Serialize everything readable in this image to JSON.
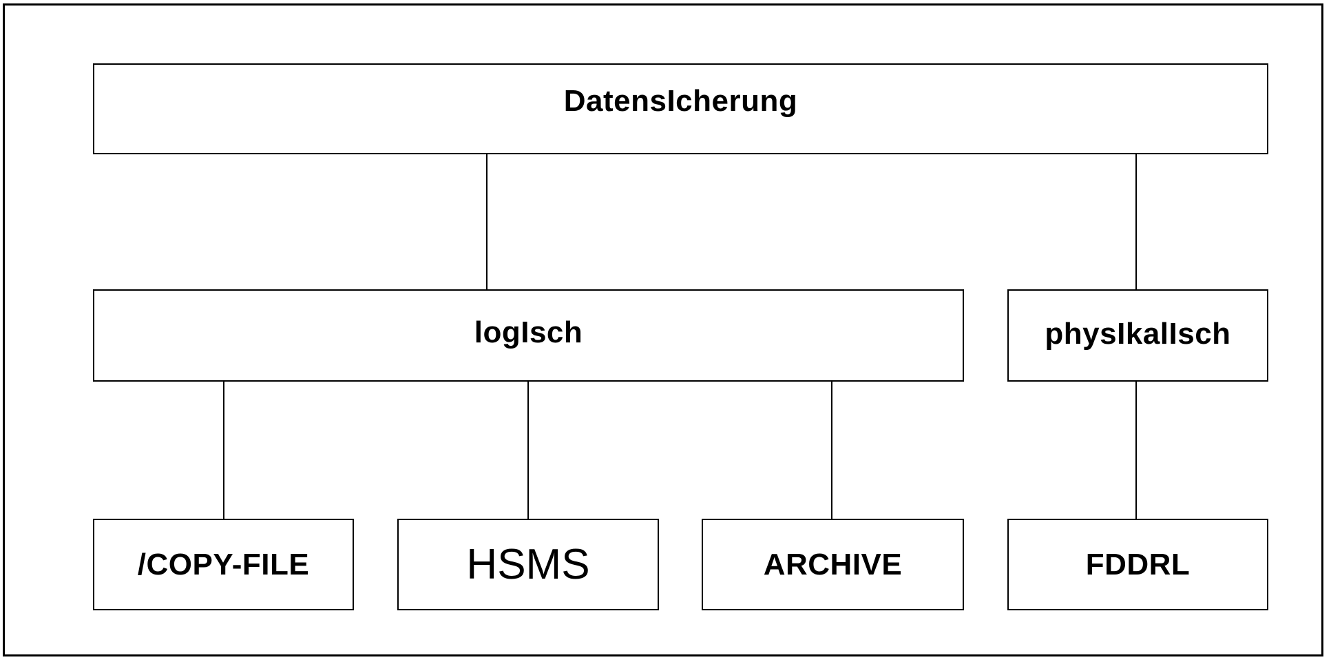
{
  "diagram": {
    "root": {
      "label": "DatensIcherung"
    },
    "level2": [
      {
        "id": "logical",
        "label": "logIsch"
      },
      {
        "id": "physical",
        "label": "physIkalIsch"
      }
    ],
    "level3": [
      {
        "id": "copy-file",
        "label": "/COPY-FILE"
      },
      {
        "id": "hsms",
        "label": "HSMS"
      },
      {
        "id": "archive",
        "label": "ARCHIVE"
      },
      {
        "id": "fddrl",
        "label": "FDDRL"
      }
    ]
  }
}
